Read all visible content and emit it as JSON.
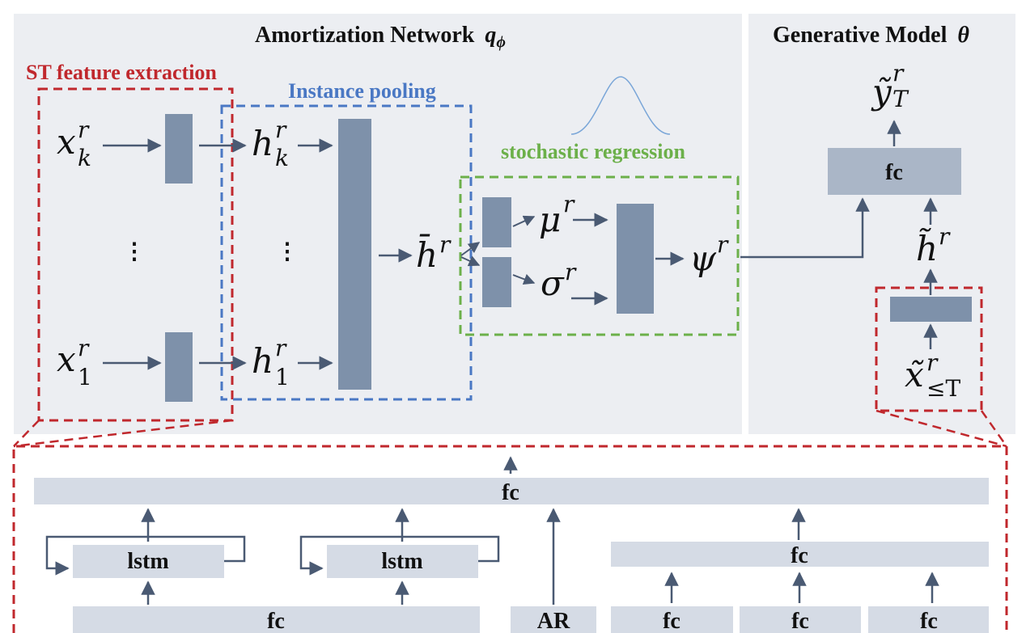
{
  "titles": {
    "amortization": "Amortization Network",
    "amortization_sym": "q",
    "amortization_sub": "ϕ",
    "generative": "Generative Model",
    "generative_sym": "θ"
  },
  "section_labels": {
    "st_feature": "ST feature extraction",
    "instance_pooling": "Instance pooling",
    "stochastic_regression": "stochastic regression"
  },
  "symbols": {
    "x": "x",
    "h": "h",
    "h_bar": "h̄",
    "mu": "μ",
    "sigma": "σ",
    "psi": "ψ",
    "y_tilde": "ỹ",
    "h_tilde": "h̃",
    "x_tilde": "x̃",
    "sup_r": "r",
    "sub_k": "k",
    "sub_1": "1",
    "sub_T": "T",
    "sub_leT": "≤T",
    "vdots": "⋮"
  },
  "boxes": {
    "fc": "fc",
    "lstm": "lstm",
    "ar": "AR"
  },
  "colors": {
    "panel_bg": "#eceef2",
    "block": "#7e91aa",
    "block_light": "#aab6c7",
    "bottom_box": "#d5dbe5",
    "arrow": "#4a5a73",
    "red": "#c0282d",
    "blue": "#4a78c4",
    "green": "#6cb04a",
    "gauss": "#7aa6d8"
  }
}
